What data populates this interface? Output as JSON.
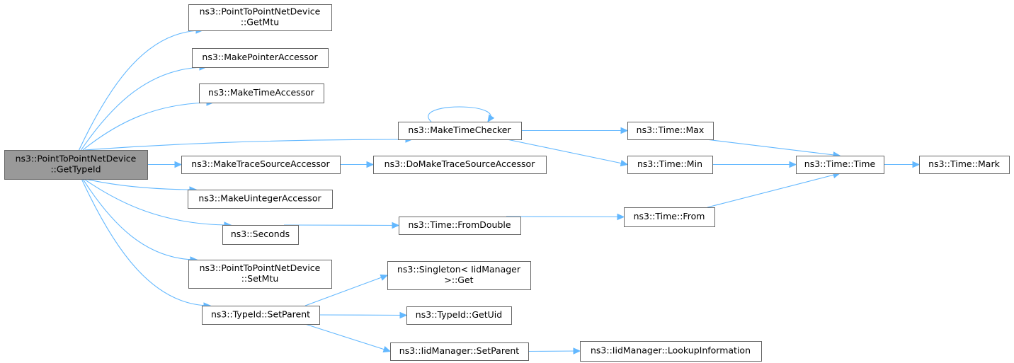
{
  "diagram": {
    "type": "call-graph",
    "nodes": [
      {
        "id": "root",
        "lines": [
          "ns3::PointToPointNetDevice",
          "::GetTypeId"
        ],
        "root": true
      },
      {
        "id": "getmtu",
        "lines": [
          "ns3::PointToPointNetDevice",
          "::GetMtu"
        ]
      },
      {
        "id": "mkptr",
        "lines": [
          "ns3::MakePointerAccessor"
        ]
      },
      {
        "id": "mktimeacc",
        "lines": [
          "ns3::MakeTimeAccessor"
        ]
      },
      {
        "id": "mktimechk",
        "lines": [
          "ns3::MakeTimeChecker"
        ]
      },
      {
        "id": "mktrace",
        "lines": [
          "ns3::MakeTraceSourceAccessor"
        ]
      },
      {
        "id": "domktrace",
        "lines": [
          "ns3::DoMakeTraceSourceAccessor"
        ]
      },
      {
        "id": "mkuint",
        "lines": [
          "ns3::MakeUintegerAccessor"
        ]
      },
      {
        "id": "seconds",
        "lines": [
          "ns3::Seconds"
        ]
      },
      {
        "id": "fromdouble",
        "lines": [
          "ns3::Time::FromDouble"
        ]
      },
      {
        "id": "setmtu",
        "lines": [
          "ns3::PointToPointNetDevice",
          "::SetMtu"
        ]
      },
      {
        "id": "tsetparent",
        "lines": [
          "ns3::TypeId::SetParent"
        ]
      },
      {
        "id": "singleton",
        "lines": [
          "ns3::Singleton< IidManager",
          ">::Get"
        ]
      },
      {
        "id": "getuid",
        "lines": [
          "ns3::TypeId::GetUid"
        ]
      },
      {
        "id": "isetparent",
        "lines": [
          "ns3::IidManager::SetParent"
        ]
      },
      {
        "id": "lookup",
        "lines": [
          "ns3::IidManager::LookupInformation"
        ]
      },
      {
        "id": "tmax",
        "lines": [
          "ns3::Time::Max"
        ]
      },
      {
        "id": "tmin",
        "lines": [
          "ns3::Time::Min"
        ]
      },
      {
        "id": "tfrom",
        "lines": [
          "ns3::Time::From"
        ]
      },
      {
        "id": "ttime",
        "lines": [
          "ns3::Time::Time"
        ]
      },
      {
        "id": "tmark",
        "lines": [
          "ns3::Time::Mark"
        ]
      }
    ],
    "edges": [
      [
        "root",
        "getmtu"
      ],
      [
        "root",
        "mkptr"
      ],
      [
        "root",
        "mktimeacc"
      ],
      [
        "root",
        "mktimechk"
      ],
      [
        "root",
        "mktrace"
      ],
      [
        "root",
        "mkuint"
      ],
      [
        "root",
        "seconds"
      ],
      [
        "root",
        "setmtu"
      ],
      [
        "root",
        "tsetparent"
      ],
      [
        "mktimechk",
        "mktimechk"
      ],
      [
        "mktimechk",
        "tmax"
      ],
      [
        "mktimechk",
        "tmin"
      ],
      [
        "mktrace",
        "domktrace"
      ],
      [
        "seconds",
        "fromdouble"
      ],
      [
        "fromdouble",
        "tfrom"
      ],
      [
        "tmax",
        "ttime"
      ],
      [
        "tmin",
        "ttime"
      ],
      [
        "tfrom",
        "ttime"
      ],
      [
        "ttime",
        "tmark"
      ],
      [
        "tsetparent",
        "singleton"
      ],
      [
        "tsetparent",
        "getuid"
      ],
      [
        "tsetparent",
        "isetparent"
      ],
      [
        "isetparent",
        "lookup"
      ]
    ],
    "colors": {
      "edge": "#63b8ff",
      "node_border": "#666666",
      "root_fill": "#999999",
      "node_fill": "#ffffff"
    }
  }
}
